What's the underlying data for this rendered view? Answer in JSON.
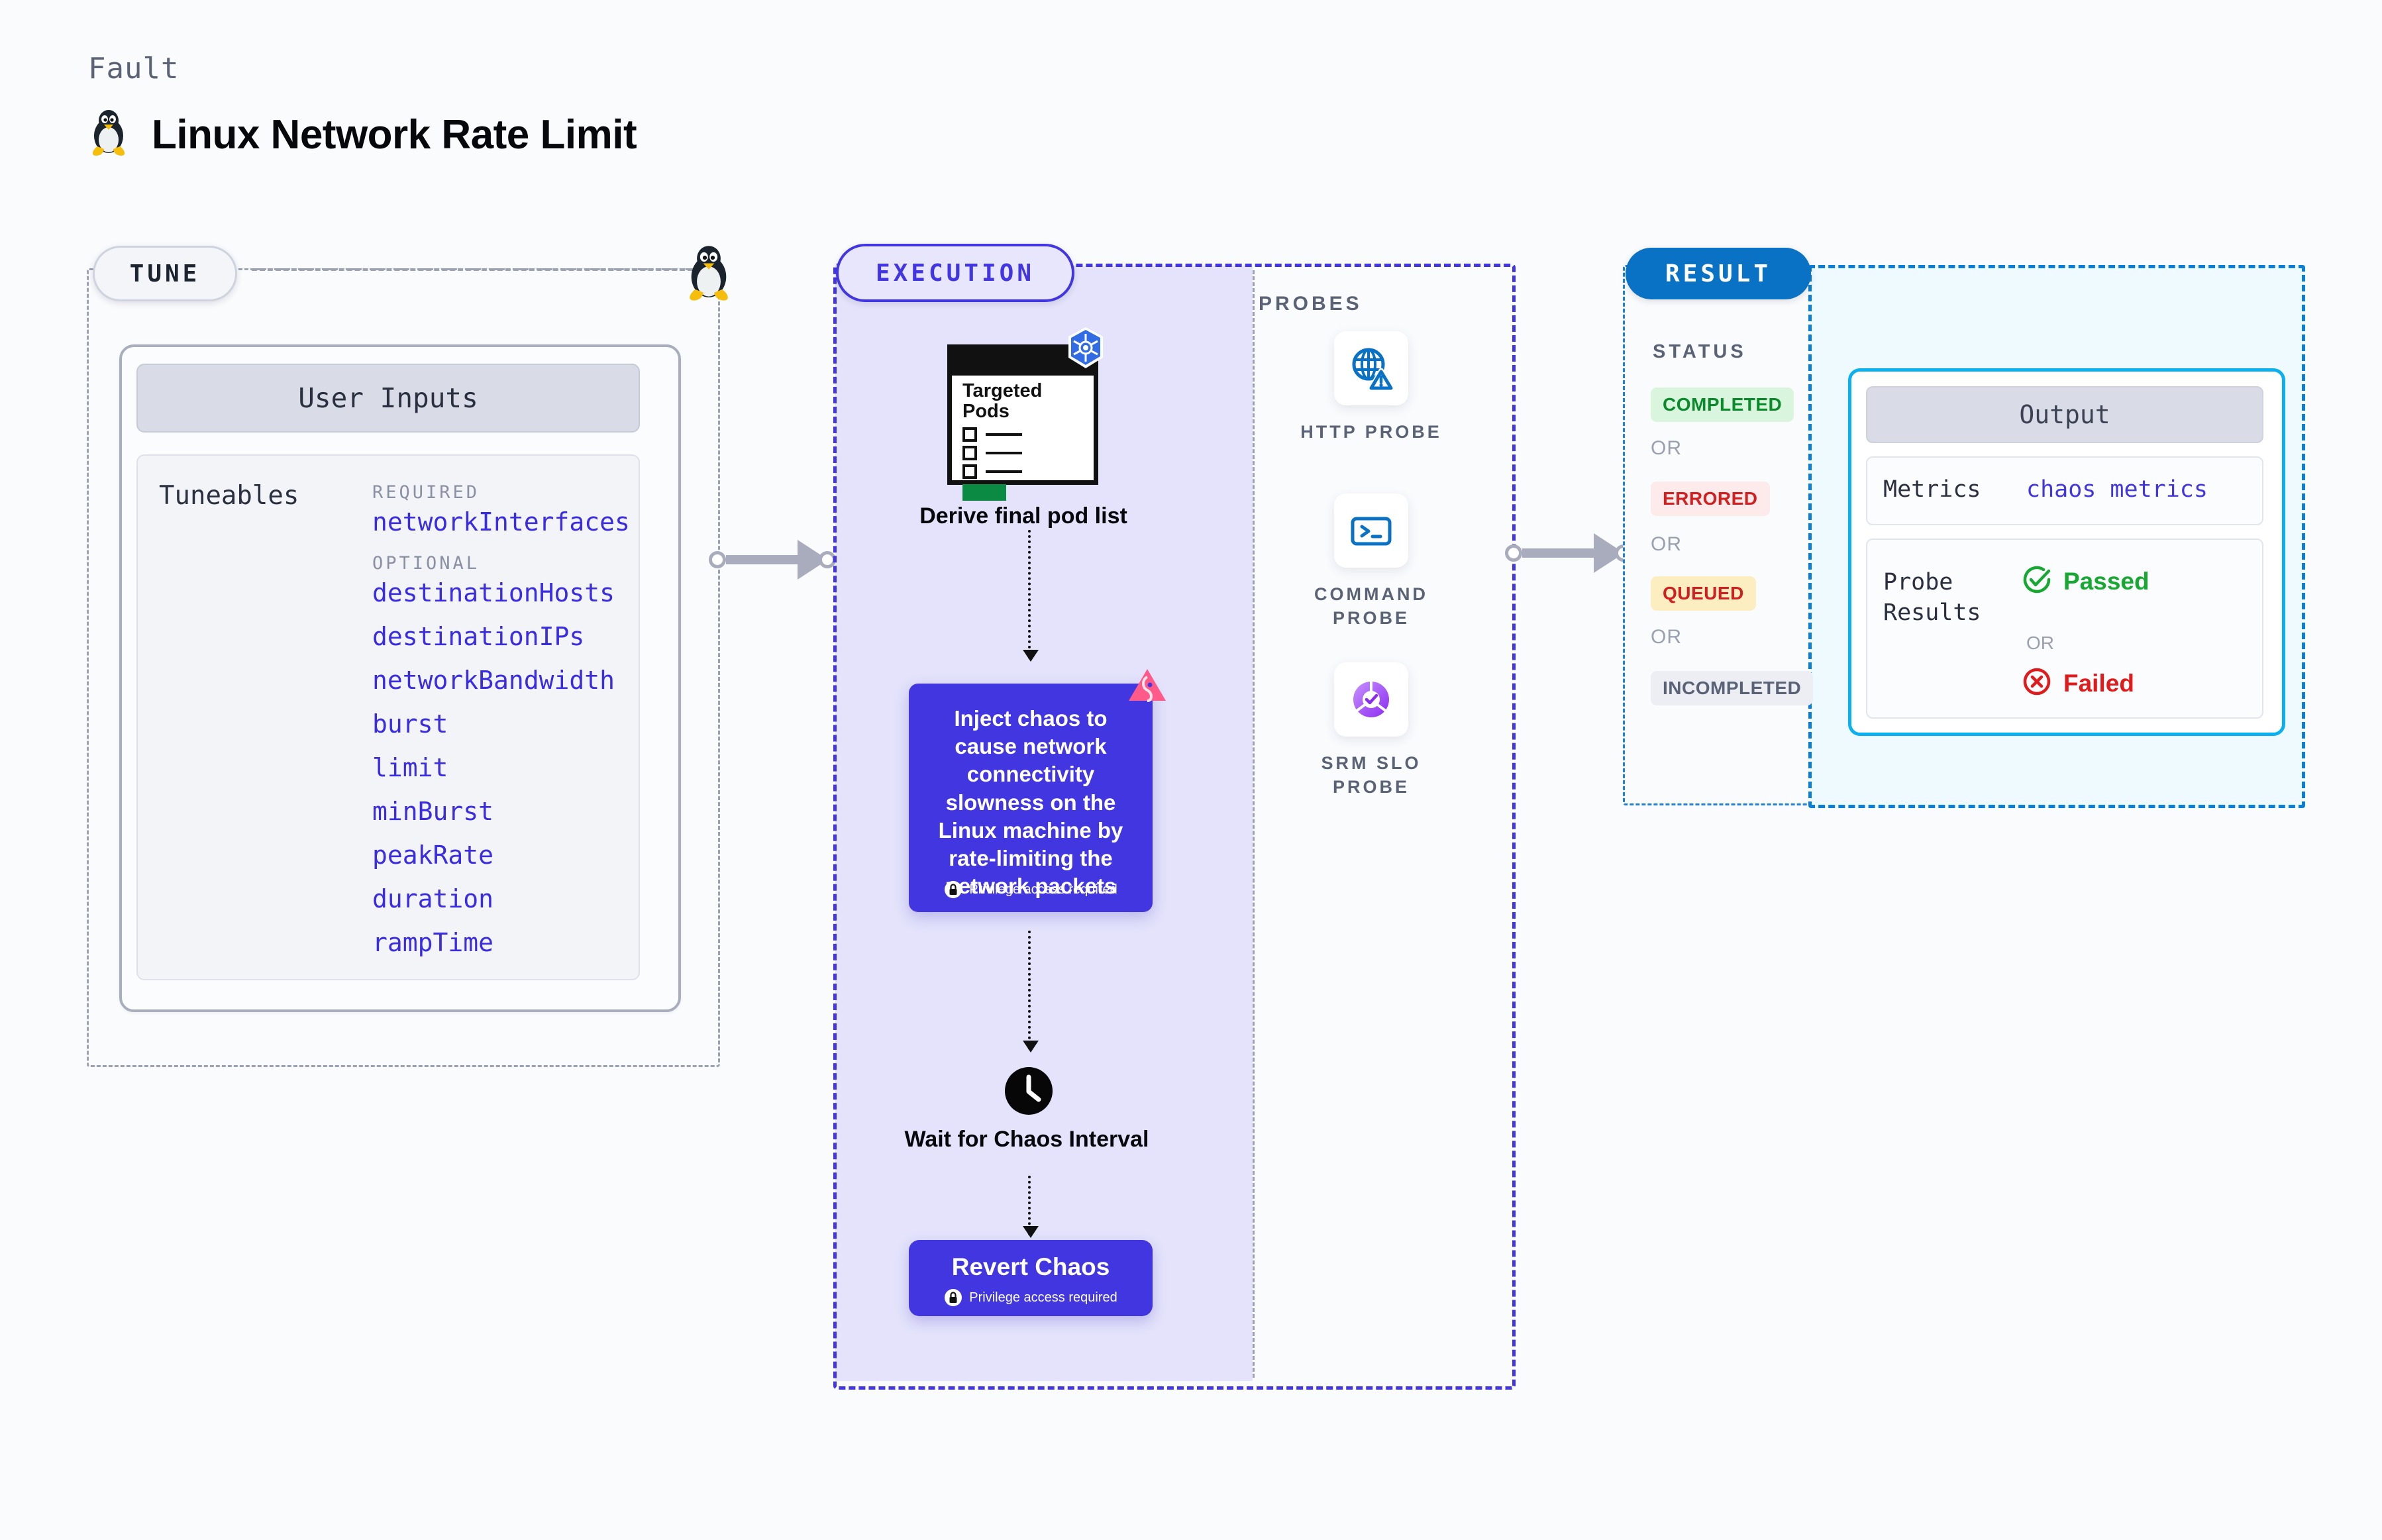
{
  "header": {
    "kicker": "Fault",
    "title": "Linux Network Rate Limit",
    "icon": "linux-tux-icon"
  },
  "tune": {
    "badge": "TUNE",
    "connector_icon": "linux-tux-icon",
    "card": {
      "header": "User Inputs",
      "tuneables_label": "Tuneables",
      "groups": [
        {
          "label": "REQUIRED",
          "items": [
            "networkInterfaces"
          ]
        },
        {
          "label": "OPTIONAL",
          "items": [
            "destinationHosts",
            "destinationIPs",
            "networkBandwidth",
            "burst",
            "limit",
            "minBurst",
            "peakRate",
            "duration",
            "rampTime"
          ]
        }
      ]
    }
  },
  "execution": {
    "badge": "EXECUTION",
    "flow": {
      "pods_node": {
        "doc_title": "Targeted Pods",
        "caption": "Derive final pod list",
        "platform_icon": "kubernetes-icon"
      },
      "inject_card": {
        "text": "Inject chaos to cause network connectivity slowness on the Linux machine by rate-limiting the network packets",
        "privilege_note": "Privilege access required",
        "privilege_icon": "lock-icon",
        "corner_icon": "litmus-chaos-icon"
      },
      "wait_node": {
        "caption": "Wait for Chaos Interval",
        "icon": "clock-icon"
      },
      "revert_card": {
        "title": "Revert Chaos",
        "privilege_note": "Privilege access required",
        "privilege_icon": "lock-icon"
      }
    },
    "probes": {
      "label": "PROBES",
      "items": [
        {
          "label": "HTTP PROBE",
          "icon": "globe-warning-icon"
        },
        {
          "label": "COMMAND PROBE",
          "icon": "terminal-icon"
        },
        {
          "label": "SRM SLO PROBE",
          "icon": "slo-check-donut-icon"
        }
      ]
    }
  },
  "result": {
    "badge": "RESULT",
    "status": {
      "label": "STATUS",
      "or_text": "OR",
      "chips": [
        {
          "text": "COMPLETED",
          "color": "#0b8a2b",
          "bg": "#d9f5dd"
        },
        {
          "text": "ERRORED",
          "color": "#d12020",
          "bg": "#fdeaea"
        },
        {
          "text": "QUEUED",
          "color": "#cf1f1f",
          "bg": "#fdeec2"
        },
        {
          "text": "INCOMPLETED",
          "color": "#5a6275",
          "bg": "#eceef4"
        }
      ]
    },
    "output": {
      "header": "Output",
      "metrics_key": "Metrics",
      "metrics_value": "chaos metrics",
      "probe_results_key": "Probe Results",
      "or_text": "OR",
      "passed_text": "Passed",
      "passed_icon": "check-circle-icon",
      "passed_color": "#17a831",
      "failed_text": "Failed",
      "failed_icon": "x-circle-icon",
      "failed_color": "#e01b1b"
    }
  },
  "colors": {
    "accent_purple": "#4236e0",
    "accent_blue": "#0a72c4",
    "cyan": "#0bb0ee",
    "exec_fill": "#e4e3fb",
    "result_fill": "#eefaff"
  }
}
